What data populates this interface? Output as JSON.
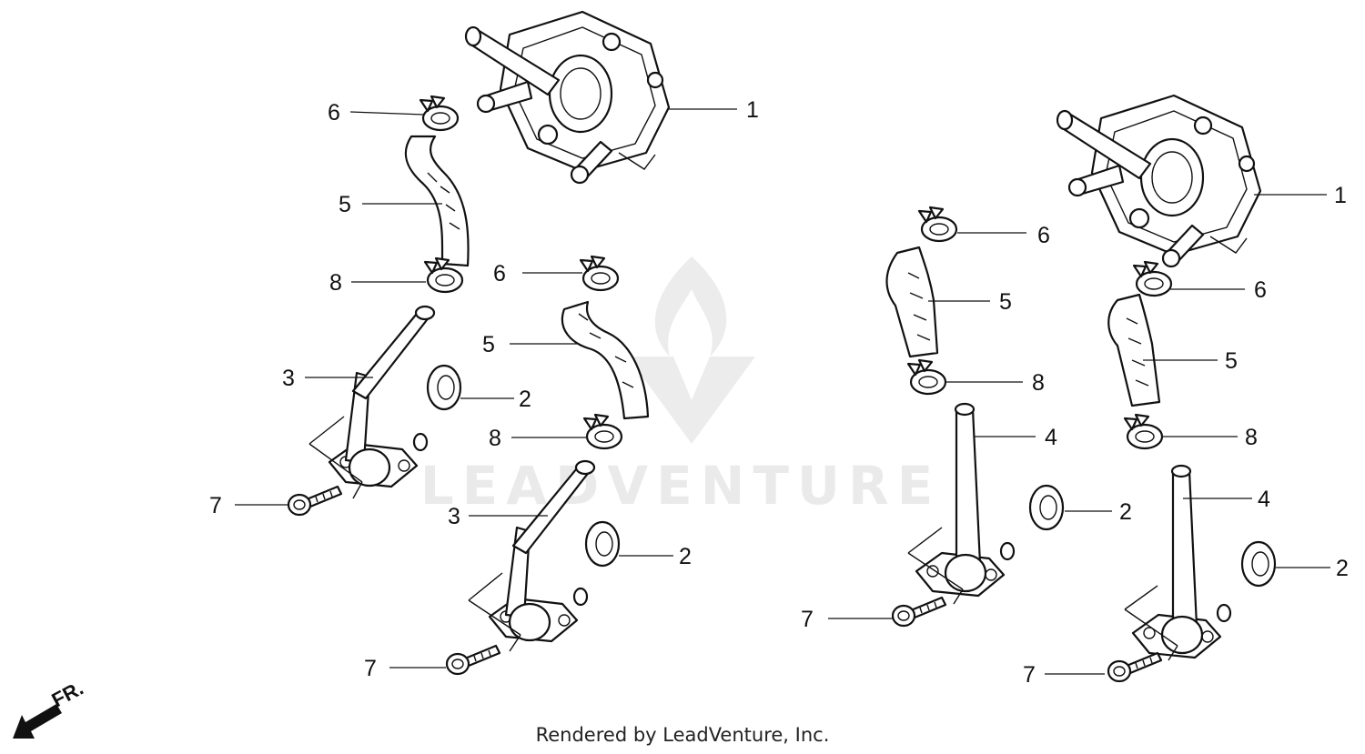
{
  "footer_text": "Rendered by LeadVenture, Inc.",
  "watermark_text": "LEADVENTURE",
  "direction_label": "FR.",
  "callouts": {
    "a1": "1",
    "a6": "6",
    "a5": "5",
    "a8": "8",
    "a3": "3",
    "a2": "2",
    "a7": "7",
    "b6": "6",
    "b5": "5",
    "b8": "8",
    "b3": "3",
    "b2": "2",
    "b7": "7",
    "c6": "6",
    "c5": "5",
    "c8": "8",
    "c4": "4",
    "c2": "2",
    "c7": "7",
    "d1": "1",
    "d6": "6",
    "d5": "5",
    "d8": "8",
    "d4": "4",
    "d2": "2",
    "d7": "7"
  },
  "colors": {
    "line": "#111111",
    "watermark": "#d9d9d9"
  }
}
